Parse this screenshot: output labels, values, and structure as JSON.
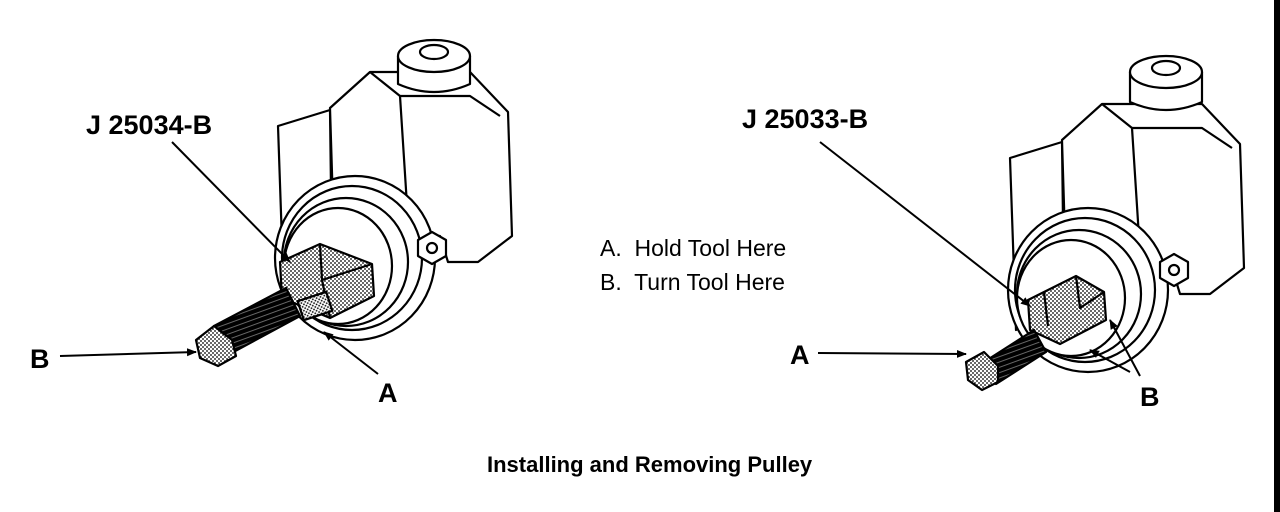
{
  "figure": {
    "caption": "Installing and Removing Pulley",
    "left_assembly": {
      "tool_label": "J 25034-B",
      "point_a": "A",
      "point_b": "B"
    },
    "right_assembly": {
      "tool_label": "J 25033-B",
      "point_a": "A",
      "point_b": "B"
    },
    "legend": {
      "line_a": "A.  Hold Tool Here",
      "line_b": "B.  Turn Tool Here"
    }
  },
  "colors": {
    "ink": "#000000",
    "paper": "#ffffff",
    "stipple": "#bdbdbd"
  }
}
